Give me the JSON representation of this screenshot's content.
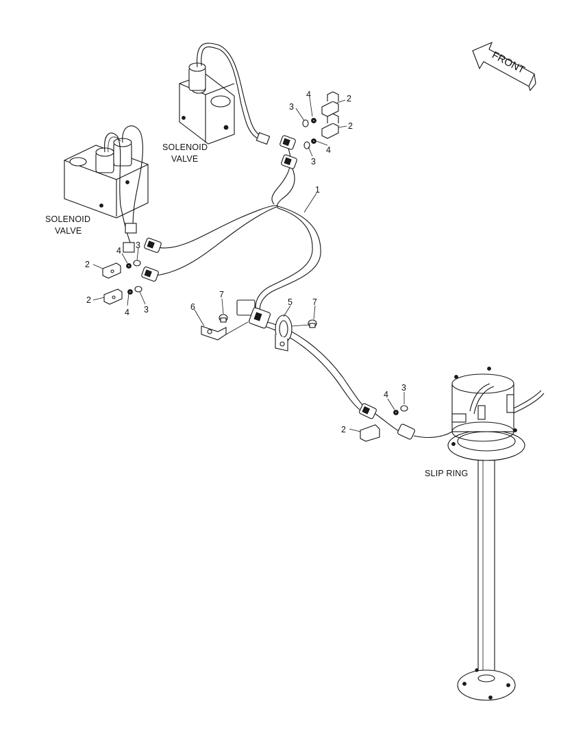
{
  "labels": {
    "front": "FRONT",
    "solenoid_valve_upper_line1": "SOLENOID",
    "solenoid_valve_upper_line2": "VALVE",
    "solenoid_valve_left_line1": "SOLENOID",
    "solenoid_valve_left_line2": "VALVE",
    "slip_ring": "SLIP RING"
  },
  "callouts": [
    {
      "id": "c1",
      "text": "1"
    },
    {
      "id": "c2a",
      "text": "2"
    },
    {
      "id": "c2b",
      "text": "2"
    },
    {
      "id": "c2c",
      "text": "2"
    },
    {
      "id": "c2d",
      "text": "2"
    },
    {
      "id": "c2e",
      "text": "2"
    },
    {
      "id": "c3a",
      "text": "3"
    },
    {
      "id": "c3b",
      "text": "3"
    },
    {
      "id": "c3c",
      "text": "3"
    },
    {
      "id": "c3d",
      "text": "3"
    },
    {
      "id": "c3e",
      "text": "3"
    },
    {
      "id": "c4a",
      "text": "4"
    },
    {
      "id": "c4b",
      "text": "4"
    },
    {
      "id": "c4c",
      "text": "4"
    },
    {
      "id": "c4d",
      "text": "4"
    },
    {
      "id": "c4e",
      "text": "4"
    },
    {
      "id": "c5",
      "text": "5"
    },
    {
      "id": "c6",
      "text": "6"
    },
    {
      "id": "c7a",
      "text": "7"
    },
    {
      "id": "c7b",
      "text": "7"
    }
  ]
}
